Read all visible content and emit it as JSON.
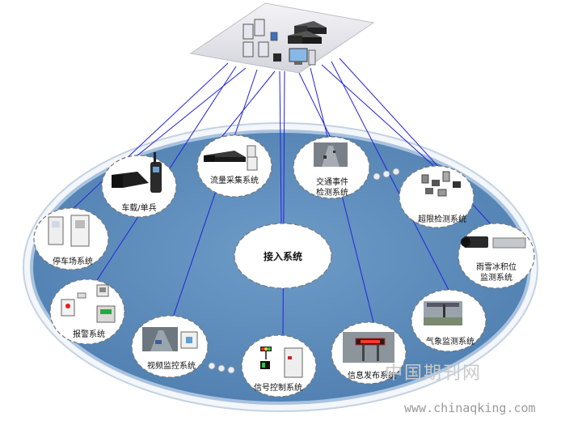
{
  "diagram": {
    "center": {
      "label": "接入系统"
    },
    "nodes": [
      {
        "id": "parking",
        "label_lines": [
          "停车场系统"
        ]
      },
      {
        "id": "vehicle",
        "label_lines": [
          "车载/单兵"
        ]
      },
      {
        "id": "traffic-flow",
        "label_lines": [
          "流量采集系统"
        ]
      },
      {
        "id": "incident",
        "label_lines": [
          "交通事件",
          "检测系统"
        ]
      },
      {
        "id": "overload",
        "label_lines": [
          "超限检测系统"
        ]
      },
      {
        "id": "snow-ice",
        "label_lines": [
          "雨雪冰积位",
          "监测系统"
        ]
      },
      {
        "id": "weather",
        "label_lines": [
          "气象监测系统"
        ]
      },
      {
        "id": "info-release",
        "label_lines": [
          "信息发布系统"
        ]
      },
      {
        "id": "signal",
        "label_lines": [
          "信号控制系统"
        ]
      },
      {
        "id": "video",
        "label_lines": [
          "视频监控系统"
        ]
      },
      {
        "id": "alarm",
        "label_lines": [
          "报警系统"
        ]
      }
    ],
    "colors": {
      "platform": "#5f8fbd",
      "platform_border": "#a9c3df",
      "links": "#2222dd",
      "node_fill": "#ffffff",
      "node_border": "#777777",
      "server_platform": "#e9e9ee"
    }
  },
  "watermark": {
    "site_cn": "中国期刊网",
    "url": "www.chinaqking.com"
  }
}
